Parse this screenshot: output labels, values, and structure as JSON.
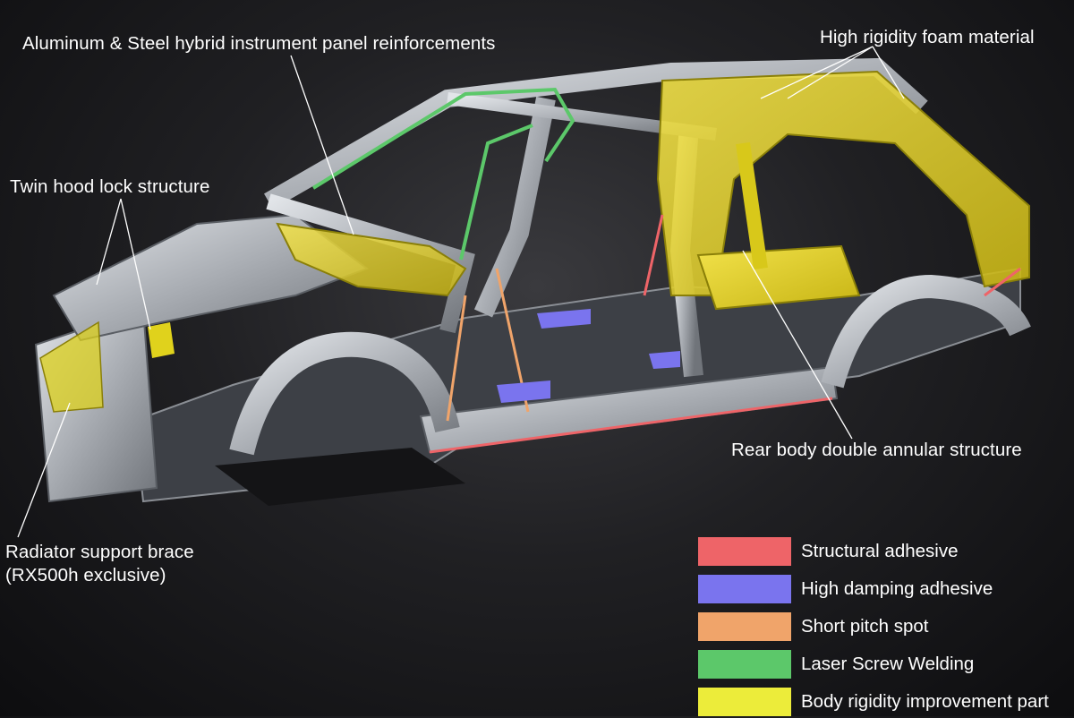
{
  "callouts": {
    "instrument_panel": "Aluminum & Steel hybrid instrument panel reinforcements",
    "foam": "High rigidity foam material",
    "hood_lock": "Twin hood lock structure",
    "rear_body": "Rear body double annular structure",
    "radiator_line1": "Radiator support brace",
    "radiator_line2": "(RX500h exclusive)"
  },
  "legend": {
    "items": [
      {
        "label": "Structural adhesive",
        "color": "#ee6468"
      },
      {
        "label": "High damping adhesive",
        "color": "#7a74ee"
      },
      {
        "label": "Short pitch spot",
        "color": "#f0a46a"
      },
      {
        "label": "Laser Screw Welding",
        "color": "#5cc86a"
      },
      {
        "label": "Body rigidity improvement part",
        "color": "#ecec3a"
      }
    ]
  },
  "colors": {
    "steel": "#b8bcc2",
    "steel_dark": "#6e7278",
    "rigidity_yellow": "#e3d21e",
    "leader_line": "#ffffff"
  }
}
